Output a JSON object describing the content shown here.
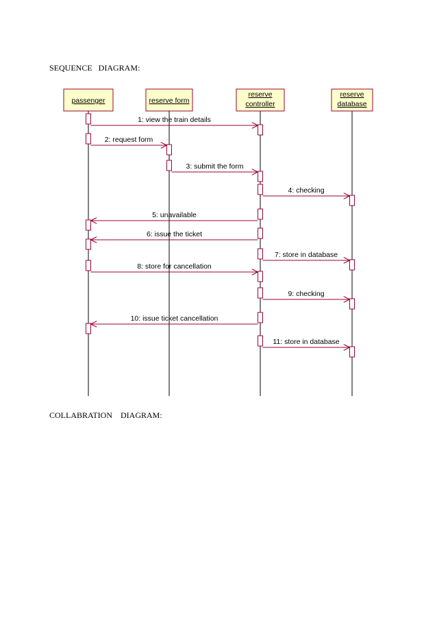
{
  "headings": {
    "sequence": "SEQUENCE   DIAGRAM:",
    "collaboration": "COLLABRATION    DIAGRAM:"
  },
  "colors": {
    "object_fill": "#ffffcc",
    "object_border": "#990033",
    "activation_fill": "#ffffff",
    "activation_border": "#990033",
    "message_line": "#990033",
    "lifeline": "#000000",
    "text": "#000000"
  },
  "sequence_diagram": {
    "objects": [
      {
        "id": "passenger",
        "label_lines": [
          "passenger"
        ]
      },
      {
        "id": "reserve_form",
        "label_lines": [
          "reserve  form"
        ]
      },
      {
        "id": "reserve_controller",
        "label_lines": [
          "reserve",
          "controller"
        ]
      },
      {
        "id": "reserve_database",
        "label_lines": [
          "reserve",
          "database"
        ]
      }
    ],
    "messages": [
      {
        "seq": 1,
        "text": "1: view the train details",
        "from": "passenger",
        "to": "reserve_controller"
      },
      {
        "seq": 2,
        "text": "2: request form",
        "from": "passenger",
        "to": "reserve_form"
      },
      {
        "seq": 3,
        "text": "3: submit  the form",
        "from": "reserve_form",
        "to": "reserve_controller"
      },
      {
        "seq": 4,
        "text": "4: checking",
        "from": "reserve_controller",
        "to": "reserve_database"
      },
      {
        "seq": 5,
        "text": "5: unavailable",
        "from": "reserve_controller",
        "to": "passenger"
      },
      {
        "seq": 6,
        "text": "6: issue the ticket",
        "from": "reserve_controller",
        "to": "passenger"
      },
      {
        "seq": 7,
        "text": "7: store in database",
        "from": "reserve_controller",
        "to": "reserve_database"
      },
      {
        "seq": 8,
        "text": "8: store for cancellation",
        "from": "passenger",
        "to": "reserve_controller"
      },
      {
        "seq": 9,
        "text": "9: checking",
        "from": "reserve_controller",
        "to": "reserve_database"
      },
      {
        "seq": 10,
        "text": "10: issue ticket cancellation",
        "from": "reserve_controller",
        "to": "passenger"
      },
      {
        "seq": 11,
        "text": "11: store in database",
        "from": "reserve_controller",
        "to": "reserve_database"
      }
    ]
  }
}
